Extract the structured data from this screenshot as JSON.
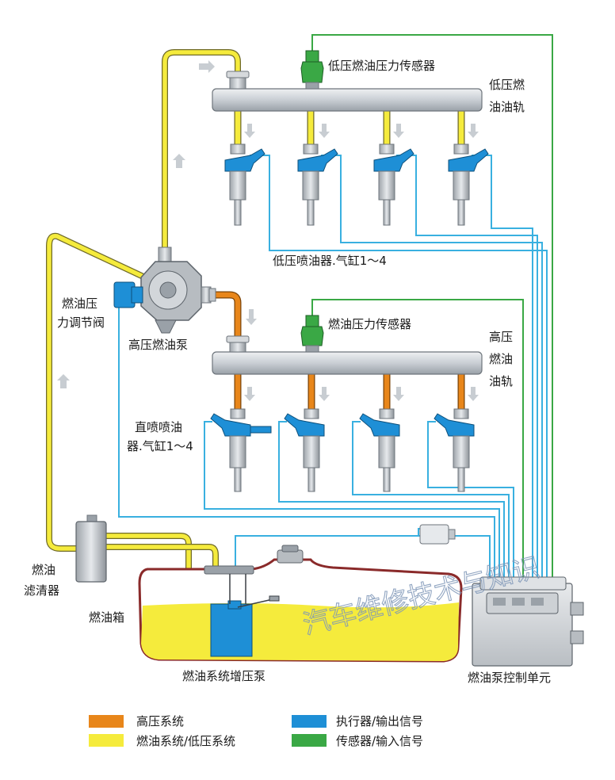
{
  "labels": {
    "lp_sensor": "低压燃油压力传感器",
    "lp_rail_1": "低压燃",
    "lp_rail_2": "油油轨",
    "lp_injectors": "低压喷油器.气缸1～4",
    "regulator_1": "燃油压",
    "regulator_2": "力调节阀",
    "hp_pump": "高压燃油泵",
    "hp_sensor": "燃油压力传感器",
    "hp_rail_1": "高压",
    "hp_rail_2": "燃油",
    "hp_rail_3": "油轨",
    "di_injectors_1": "直喷喷油",
    "di_injectors_2": "器.气缸1～4",
    "filter_1": "燃油",
    "filter_2": "滤清器",
    "tank": "燃油箱",
    "booster_pump": "燃油系统增压泵",
    "control_unit": "燃油泵控制单元"
  },
  "legend": [
    {
      "label": "高压系统",
      "color": "#e8861a"
    },
    {
      "label": "燃油系统/低压系统",
      "color": "#f5eb3c"
    },
    {
      "label": "执行器/输出信号",
      "color": "#1e8fd6"
    },
    {
      "label": "传感器/输入信号",
      "color": "#3aa845"
    }
  ],
  "watermark": "汽车维修技术与知识",
  "colors": {
    "high_pressure": "#e8861a",
    "low_pressure": "#f5eb3c",
    "actuator": "#1e8fd6",
    "sensor": "#3aa845",
    "signal_line": "#39b0e0",
    "rail": "#c9ced4"
  }
}
